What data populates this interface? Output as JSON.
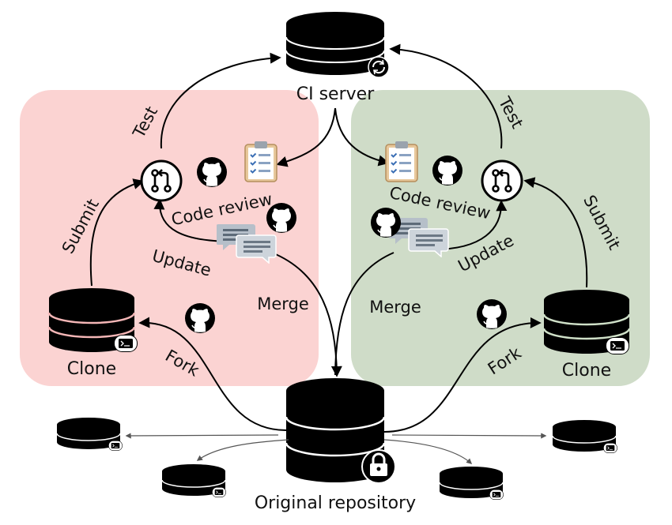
{
  "labels": {
    "ci_server": "CI server",
    "original_repository": "Original repository",
    "left": {
      "test": "Test",
      "submit": "Submit",
      "code_review": "Code review",
      "update": "Update",
      "merge": "Merge",
      "fork": "Fork",
      "clone": "Clone"
    },
    "right": {
      "test": "Test",
      "submit": "Submit",
      "code_review": "Code review",
      "update": "Update",
      "merge": "Merge",
      "fork": "Fork",
      "clone": "Clone"
    }
  },
  "colors": {
    "left_panel": "#fbd3d2",
    "right_panel": "#cfdcc8",
    "ink": "#000000",
    "clone_left_stripe": "#f4b6b6",
    "clone_right_stripe": "#cfe0c8"
  },
  "icons": {
    "ci_badge": "sync-icon",
    "repo_badge": "lock-icon",
    "clone_badge": "terminal-icon",
    "pull_request": "pull-request-icon",
    "checklist": "checklist-icon",
    "comments": "comments-icon",
    "github": "github-icon"
  }
}
